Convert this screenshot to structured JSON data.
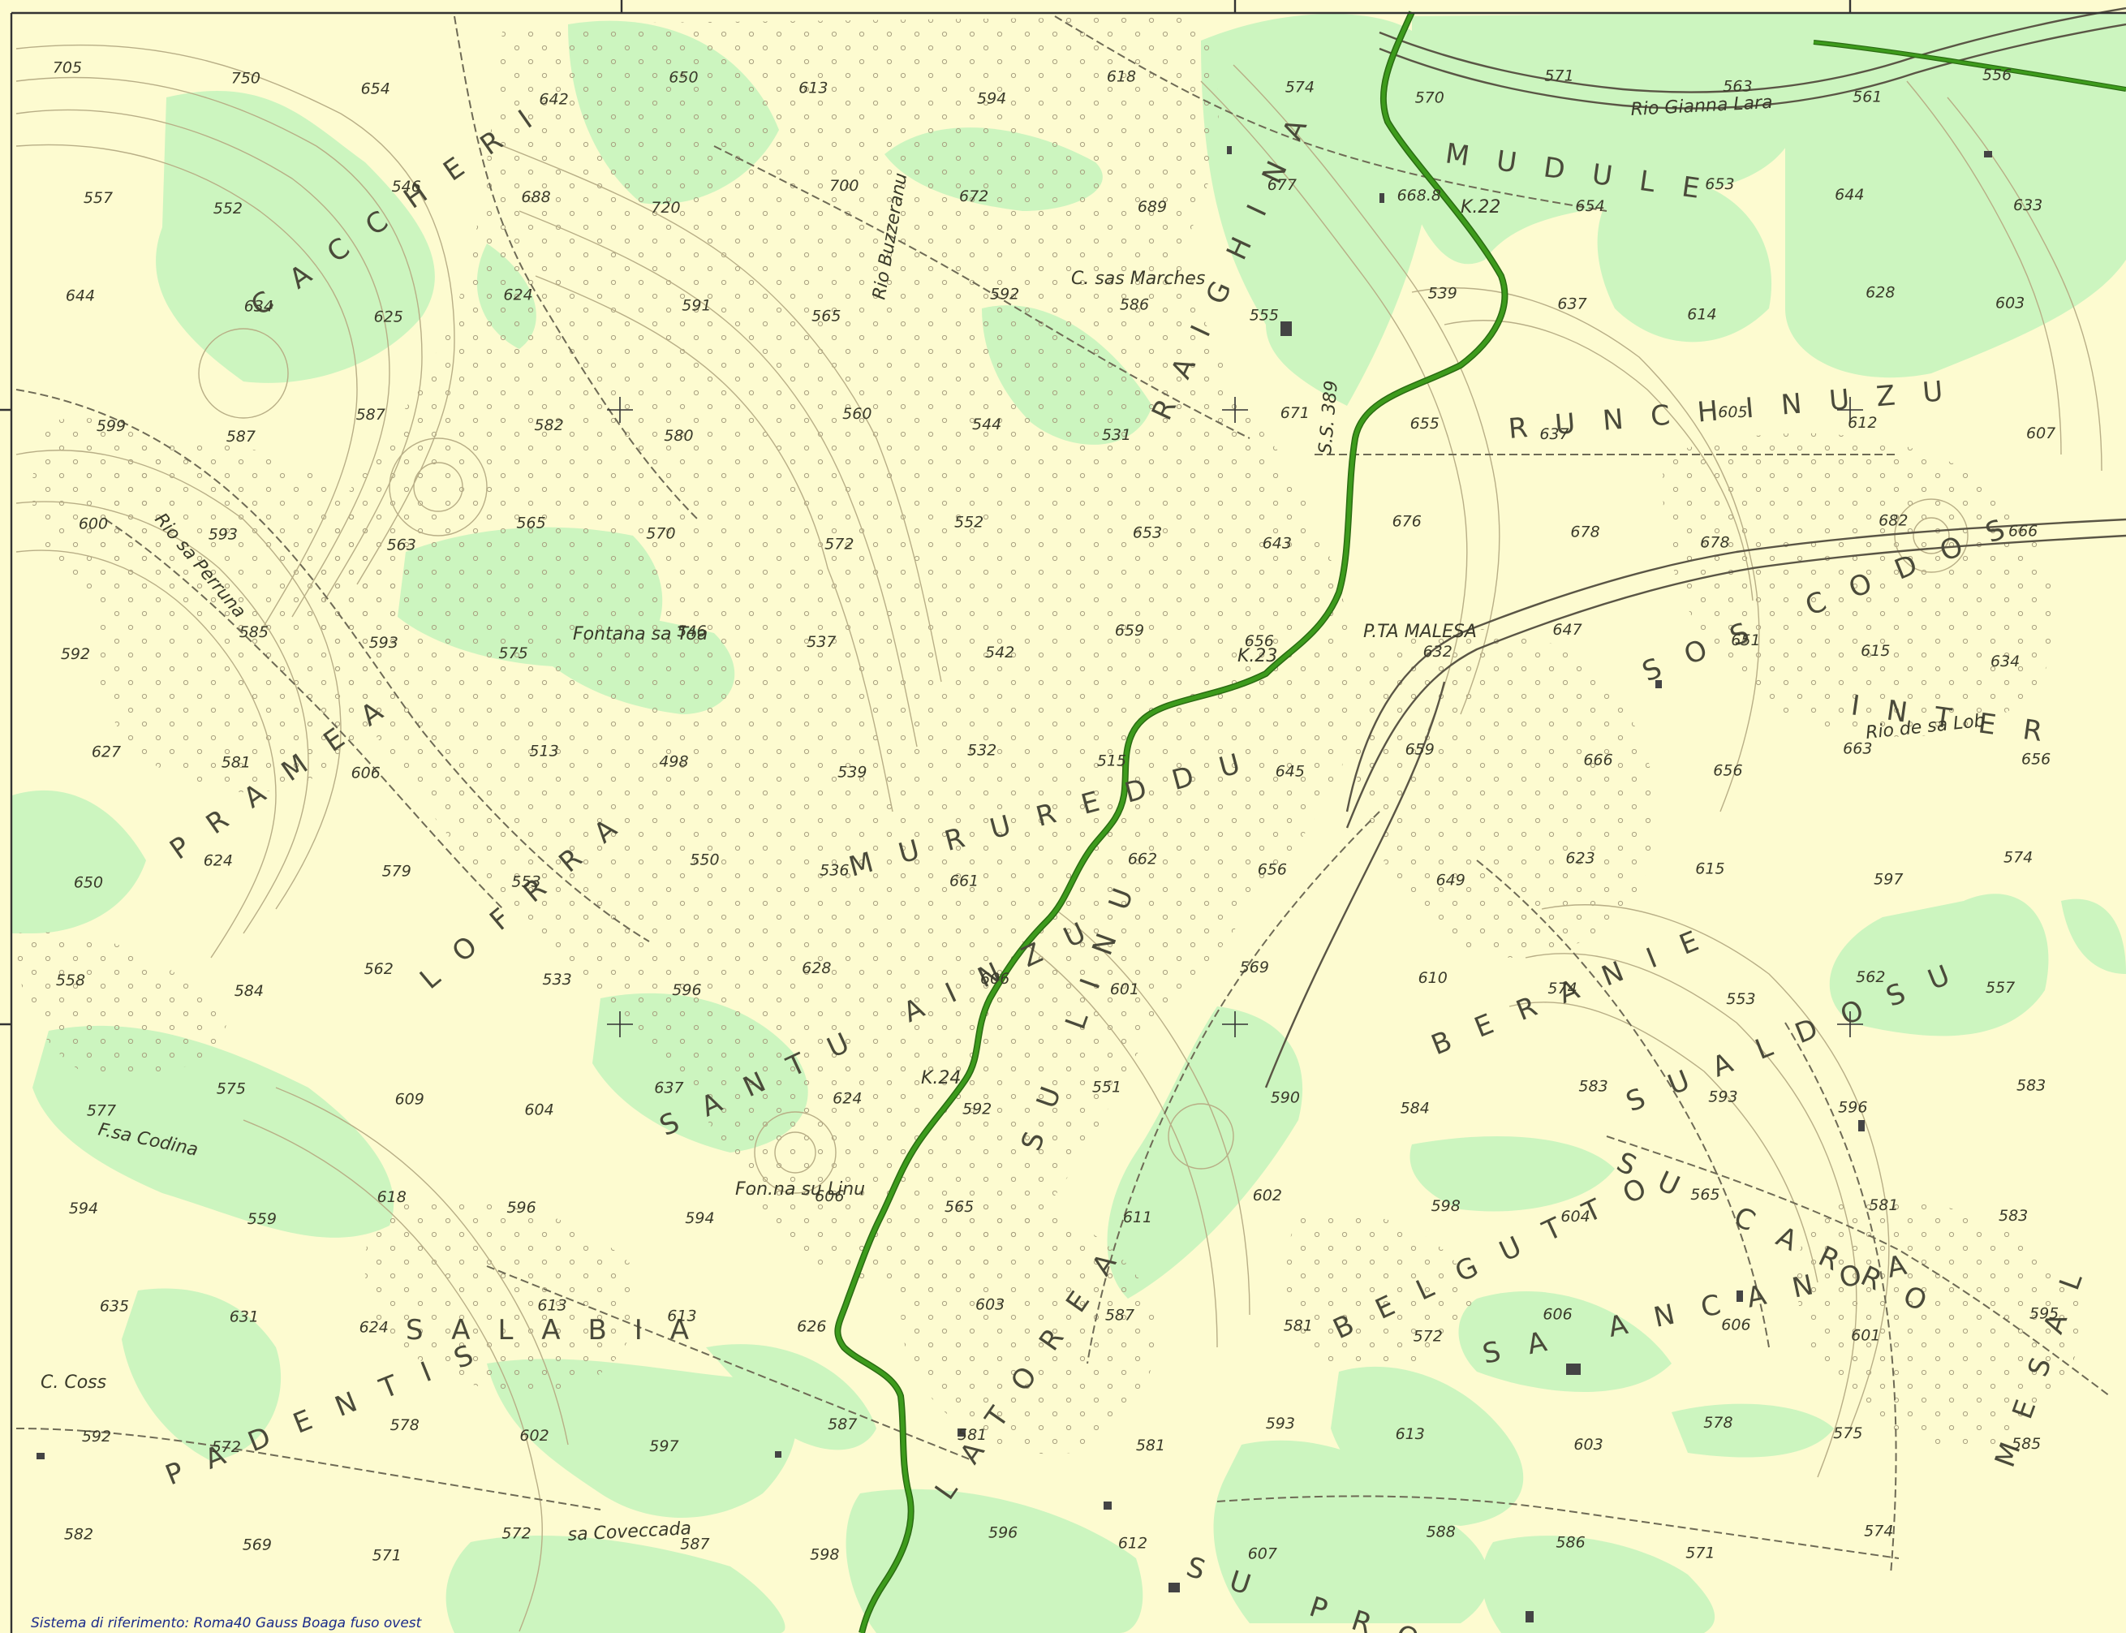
{
  "map": {
    "footer_note": "Sistema di riferimento: Roma40 Gauss Boaga fuso ovest",
    "colors": {
      "background": "#fdfbd0",
      "vegetation": "#ccf5bf",
      "route": "#3d9b1c",
      "route_casing": "#2a6b12",
      "contour": "#b8ae86",
      "track": "#6e6a55",
      "frame": "#333333"
    },
    "place_labels": [
      "Fontana sa Toa",
      "Fon.na su Linu",
      "C. sas Marches",
      "P.TA MALESA",
      "Rio sa Perruna",
      "Rio Gianna Lara",
      "Rio de sa Lob",
      "sa Coveccada",
      "F.sa Codina",
      "C. Coss",
      "S.S. 389",
      "K.22",
      "K.23",
      "K.24",
      "Rio Buzzeranu"
    ],
    "region_labels": [
      "CACCHERI",
      "MUDULE",
      "RUNCHINUZU",
      "SOS CODOS",
      "MURUREDDU",
      "SANTU AINZU",
      "BERANIE",
      "SUALDOSU",
      "SU CARRO",
      "BELGUTTO",
      "SA ANCANOA",
      "SU LINU",
      "SALABIA",
      "PADENTIS",
      "PRAMEA",
      "LOFRRA",
      "RAIGHINA",
      "SU PRONOU",
      "LATOREA",
      "INTER",
      "MESAL"
    ],
    "elevations": [
      "705",
      "750",
      "654",
      "642",
      "650",
      "613",
      "594",
      "618",
      "574",
      "570",
      "571",
      "563",
      "561",
      "556",
      "557",
      "552",
      "546",
      "688",
      "720",
      "700",
      "672",
      "689",
      "677",
      "668.8",
      "654",
      "653",
      "644",
      "633",
      "644",
      "634",
      "625",
      "624",
      "591",
      "565",
      "592",
      "586",
      "555",
      "539",
      "637",
      "614",
      "628",
      "603",
      "599",
      "587",
      "587",
      "582",
      "580",
      "560",
      "544",
      "531",
      "671",
      "655",
      "637",
      "605",
      "612",
      "607",
      "600",
      "593",
      "563",
      "565",
      "570",
      "572",
      "552",
      "653",
      "643",
      "676",
      "678",
      "678",
      "682",
      "666",
      "592",
      "585",
      "593",
      "575",
      "546",
      "537",
      "542",
      "659",
      "656",
      "632",
      "647",
      "651",
      "615",
      "634",
      "627",
      "581",
      "606",
      "513",
      "498",
      "539",
      "532",
      "515",
      "645",
      "659",
      "666",
      "656",
      "663",
      "656",
      "650",
      "624",
      "579",
      "553",
      "550",
      "536",
      "661",
      "662",
      "656",
      "649",
      "623",
      "615",
      "597",
      "574",
      "558",
      "584",
      "562",
      "533",
      "596",
      "628",
      "606",
      "601",
      "569",
      "610",
      "574",
      "553",
      "562",
      "557",
      "577",
      "575",
      "609",
      "604",
      "637",
      "624",
      "592",
      "551",
      "590",
      "584",
      "583",
      "593",
      "596",
      "583",
      "594",
      "559",
      "618",
      "596",
      "594",
      "606",
      "565",
      "611",
      "602",
      "598",
      "604",
      "565",
      "581",
      "583",
      "635",
      "631",
      "624",
      "613",
      "613",
      "626",
      "603",
      "587",
      "581",
      "572",
      "606",
      "606",
      "601",
      "595",
      "592",
      "572",
      "578",
      "602",
      "597",
      "587",
      "581",
      "581",
      "593",
      "613",
      "603",
      "578",
      "575",
      "585",
      "582",
      "569",
      "571",
      "572",
      "587",
      "598",
      "596",
      "612",
      "607",
      "588",
      "586",
      "571",
      "574"
    ]
  }
}
